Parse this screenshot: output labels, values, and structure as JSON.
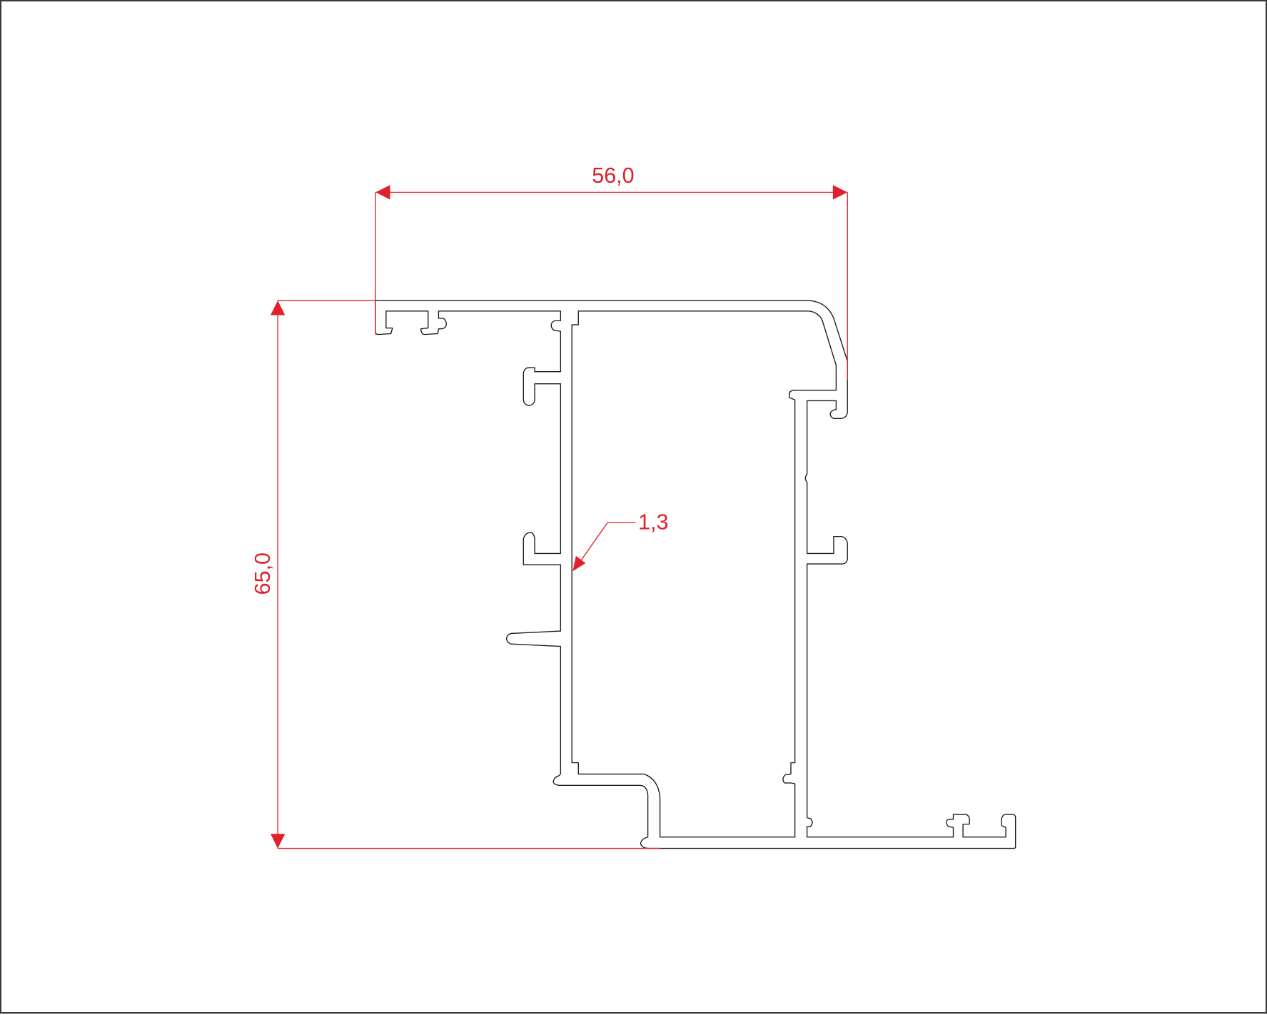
{
  "drawing": {
    "dimensions": {
      "width_label": "56,0",
      "height_label": "65,0",
      "wall_thickness_label": "1,3"
    },
    "colors": {
      "dimension": "#e0202a",
      "profile": "#1a1a1a",
      "border": "#3a3a3a",
      "background": "#ffffff"
    }
  }
}
